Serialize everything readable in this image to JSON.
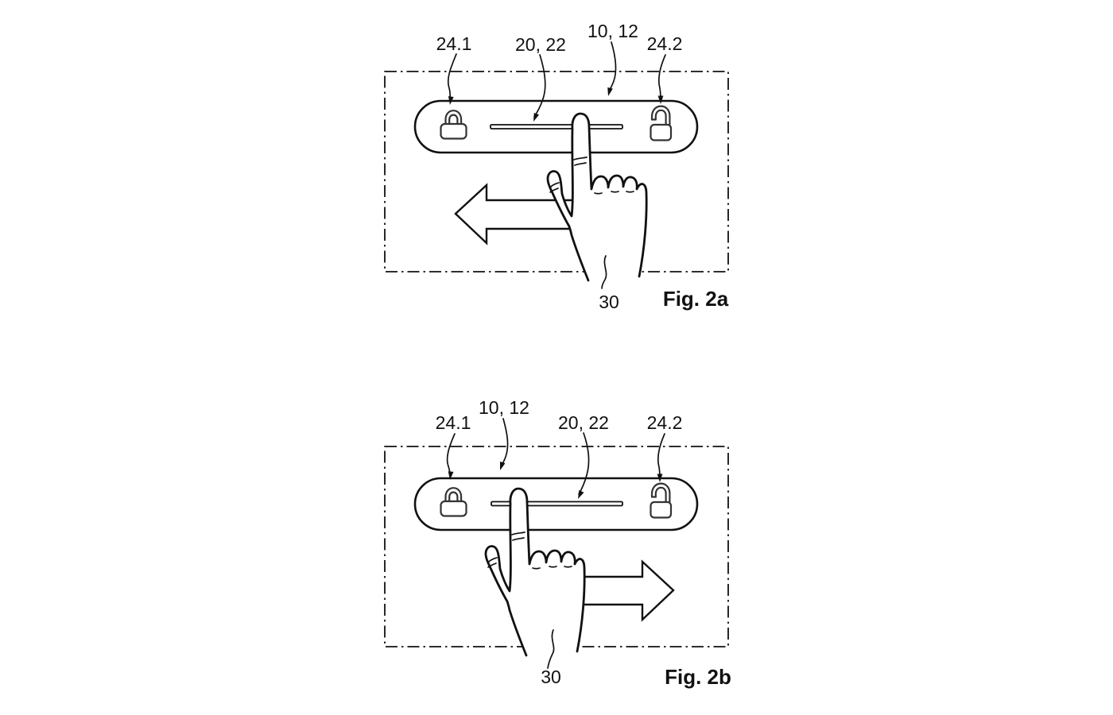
{
  "figures": [
    {
      "caption": "Fig. 2a",
      "swipe_direction": "left",
      "labels": {
        "lock_left": "24.1",
        "slider": "20, 22",
        "panel": "10, 12",
        "lock_right": "24.2",
        "hand": "30"
      },
      "icons": {
        "left": "locked-padlock-icon",
        "right": "unlocked-padlock-icon"
      }
    },
    {
      "caption": "Fig. 2b",
      "swipe_direction": "right",
      "labels": {
        "lock_left": "24.1",
        "panel": "10, 12",
        "slider": "20, 22",
        "lock_right": "24.2",
        "hand": "30"
      },
      "icons": {
        "left": "locked-padlock-icon",
        "right": "unlocked-padlock-icon"
      }
    }
  ],
  "colors": {
    "background": "#ffffff",
    "line": "#111111",
    "padlock": "#333333"
  }
}
